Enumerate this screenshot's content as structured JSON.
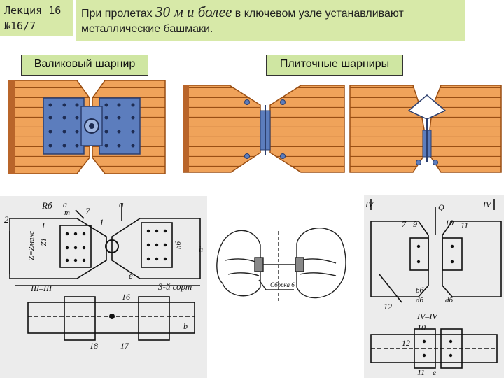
{
  "header": {
    "lecture_line1": "Лекция 16",
    "lecture_line2": "№16/7",
    "title_pre": "При пролетах ",
    "title_em": "30 м и более",
    "title_post": " в ключевом узле устанавливают",
    "title_line2": "металлические башмаки."
  },
  "labels": {
    "roller": "Валиковый шарнир",
    "plate": "Плиточные шарниры"
  },
  "drawing_labels": {
    "rb": "Rб",
    "a_m": "a",
    "m": "m",
    "n7": "7",
    "q": "q",
    "n2": "2",
    "n1": "1",
    "i": "I",
    "zmax": "Z=Zмакс",
    "z1": "Z1",
    "iii_iii": "III–III",
    "e": "e",
    "hb": "hб",
    "h": "h",
    "grade": "3-й сорт",
    "n16": "16",
    "b": "b",
    "n18": "18",
    "n17": "17",
    "sketch_label": "Сборка 6",
    "iv": "IV",
    "q2": "Q",
    "n7b": "7",
    "n9": "9",
    "n10": "10",
    "n11": "11",
    "n12": "12",
    "db": "dб",
    "bb": "bб",
    "iv_iv": "IV–IV",
    "n10b": "10",
    "n12b": "12",
    "n11b": "11",
    "e2": "e"
  },
  "colors": {
    "panel": "#d7e9a8",
    "wood": "#f0a35a",
    "wood_line": "#9a4f14",
    "steel": "#5c7dbd",
    "steel_dark": "#2c3f6e"
  }
}
